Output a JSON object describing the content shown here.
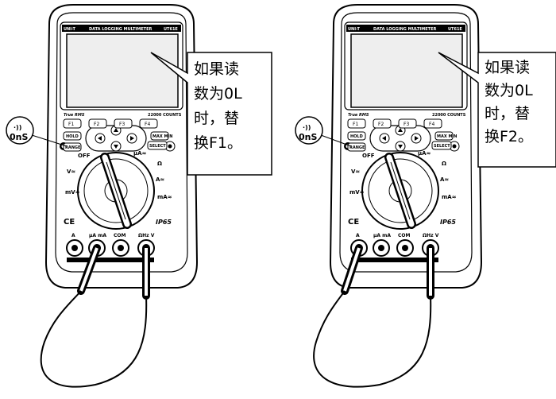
{
  "meters": [
    {
      "brand": "UNI-T",
      "model_banner": "DATA LOGGING MULTIMETER",
      "model_number": "UT61E",
      "true_rms": "True RMS",
      "counts": "22000 COUNTS",
      "keys": [
        "F1",
        "F2",
        "F3",
        "F4"
      ],
      "hold": "HOLD",
      "maxmin": "MAX MIN",
      "range": "RANGE",
      "select": "SELECT",
      "ip": "IP65",
      "ce": "CE",
      "jacks": [
        "A",
        "µA mA",
        "COM",
        "ΩHz V"
      ],
      "callout_lines": [
        "如果读",
        "数为0L",
        "时，替",
        "换F1。"
      ]
    },
    {
      "brand": "UNI-T",
      "model_banner": "DATA LOGGING MULTIMETER",
      "model_number": "UT61E",
      "true_rms": "True RMS",
      "counts": "22000 COUNTS",
      "keys": [
        "F1",
        "F2",
        "F3",
        "F4"
      ],
      "hold": "HOLD",
      "maxmin": "MAX MIN",
      "range": "RANGE",
      "select": "SELECT",
      "ip": "IP65",
      "ce": "CE",
      "jacks": [
        "A",
        "µA mA",
        "COM",
        "ΩHz V"
      ],
      "callout_lines": [
        "如果读",
        "数为0L",
        "时，替",
        "换F2。"
      ]
    }
  ],
  "ons_label": "0nS",
  "colors": {
    "ink": "#000000",
    "body": "#ffffff",
    "screen": "#eeeeee"
  }
}
